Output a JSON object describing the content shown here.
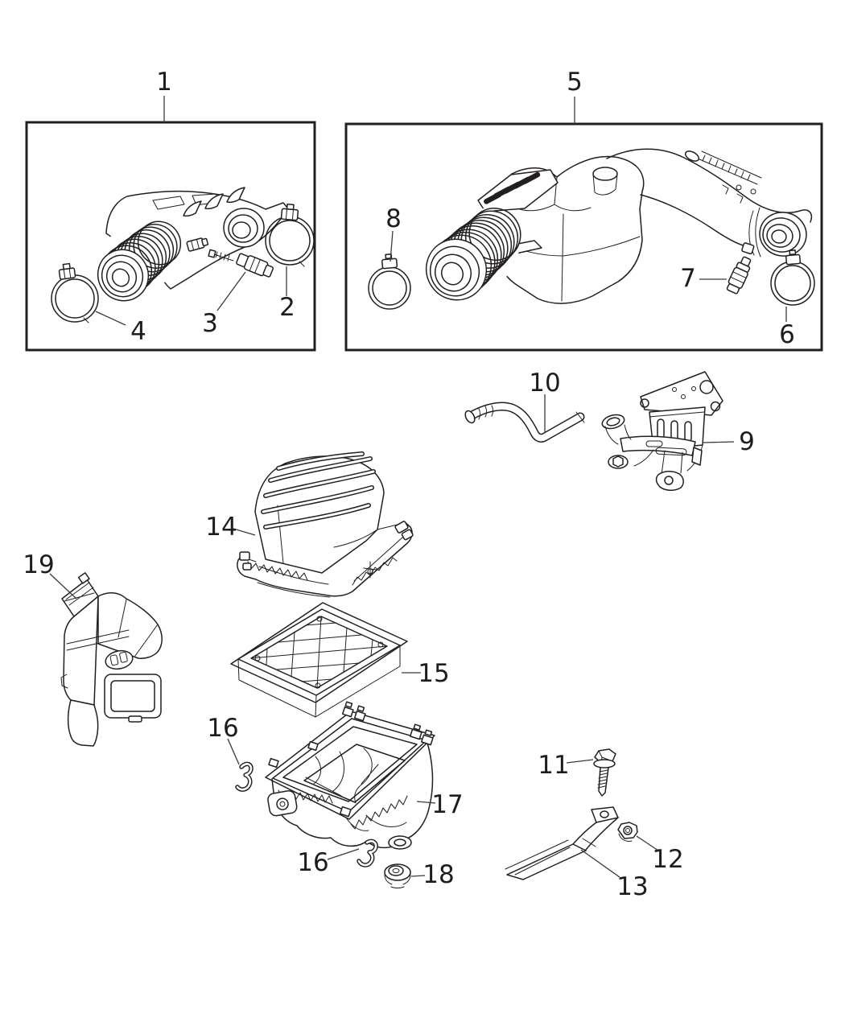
{
  "diagram": {
    "background_color": "#ffffff",
    "line_color": "#231f20",
    "text_color": "#1d1d1d",
    "callout_labels": {
      "n1": "1",
      "n2": "2",
      "n3": "3",
      "n4": "4",
      "n5": "5",
      "n6": "6",
      "n7": "7",
      "n8": "8",
      "n9": "9",
      "n10": "10",
      "n11": "11",
      "n12": "12",
      "n13": "13",
      "n14": "14",
      "n15": "15",
      "n16": "16",
      "n17": "17",
      "n18": "18",
      "n19": "19"
    }
  }
}
